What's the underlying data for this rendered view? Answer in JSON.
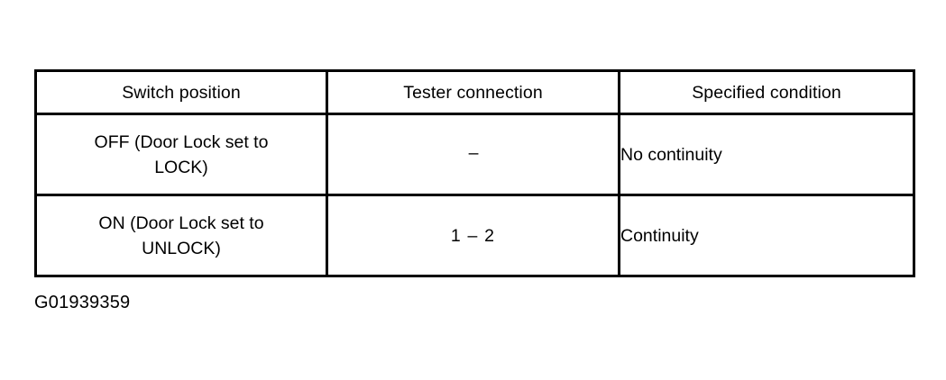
{
  "figure": {
    "caption": "G01939359"
  },
  "table": {
    "columns": [
      {
        "key": "switch_position",
        "header": "Switch position"
      },
      {
        "key": "tester_connection",
        "header": "Tester connection"
      },
      {
        "key": "specified_condition",
        "header": "Specified condition"
      }
    ],
    "rows": [
      {
        "switch_position_line1": "OFF (Door Lock set to",
        "switch_position_line2": "LOCK)",
        "tester_connection": "–",
        "specified_condition": "No continuity"
      },
      {
        "switch_position_line1": "ON (Door Lock set to",
        "switch_position_line2": "UNLOCK)",
        "tester_connection": "1 – 2",
        "specified_condition": "Continuity"
      }
    ]
  },
  "colors": {
    "background": "#ffffff",
    "text": "#000000",
    "border": "#000000"
  }
}
